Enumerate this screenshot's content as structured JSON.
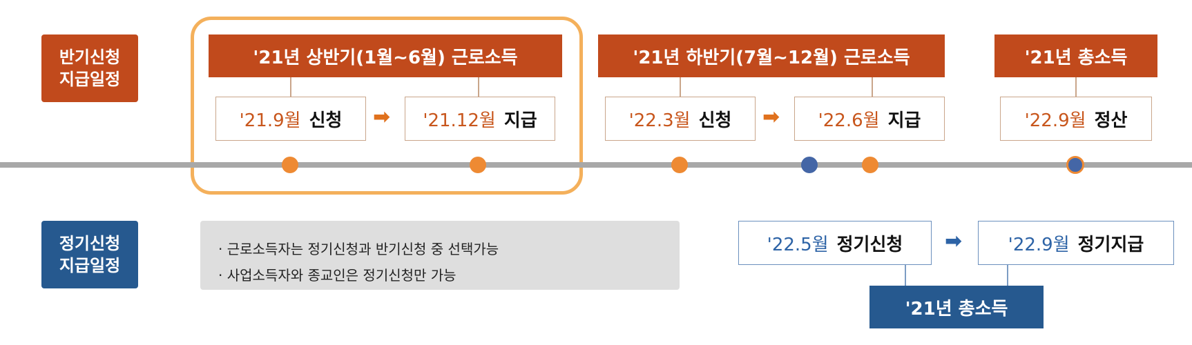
{
  "semiannual": {
    "label_line1": "반기신청",
    "label_line2": "지급일정",
    "periods": [
      {
        "label": "'21년 상반기(1월~6월) 근로소득"
      },
      {
        "label": "'21년 하반기(7월~12월) 근로소득"
      },
      {
        "label": "'21년 총소득"
      }
    ],
    "events": [
      {
        "date": "'21.9월",
        "action": "신청"
      },
      {
        "date": "'21.12월",
        "action": "지급"
      },
      {
        "date": "'22.3월",
        "action": "신청"
      },
      {
        "date": "'22.6월",
        "action": "지급"
      },
      {
        "date": "'22.9월",
        "action": "정산"
      }
    ]
  },
  "regular": {
    "label_line1": "정기신청",
    "label_line2": "지급일정",
    "notes": [
      "· 근로소득자는 정기신청과 반기신청 중 선택가능",
      "· 사업소득자와 종교인은 정기신청만 가능"
    ],
    "events": [
      {
        "date": "'22.5월",
        "action": "정기신청"
      },
      {
        "date": "'22.9월",
        "action": "정기지급"
      }
    ],
    "period_label": "'21년 총소득"
  },
  "arrow_symbol": "➡",
  "colors": {
    "orange": "#c14a1c",
    "blue": "#26598f",
    "highlight": "#f4b05b",
    "dot_orange": "#ee8a33",
    "dot_blue": "#4466a6",
    "timeline": "#a8a8a8"
  }
}
